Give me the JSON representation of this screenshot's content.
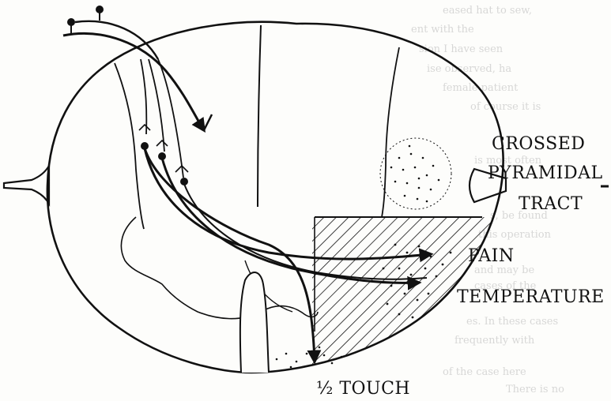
{
  "labels": {
    "crossed": "CROSSED",
    "pyramidal": "PYRAMIDAL",
    "tract": "TRACT",
    "pain": "PAIN",
    "temperature": "TEMPERATURE",
    "half_touch": "½ TOUCH"
  },
  "bleed_through_lines": [
    "eased hat to sew,",
    "ent with the",
    "sion I have seen",
    "ise observed, ha",
    "female patient",
    "of course it is",
    "is most often",
    "s, be found",
    "this operation",
    "and may be",
    "cases of the",
    "es. In these cases",
    "frequently with",
    "of the case here",
    "There is no"
  ],
  "colors": {
    "ink": "#111111",
    "paper": "#fdfdfb",
    "bleed": "#b9b9b9"
  }
}
